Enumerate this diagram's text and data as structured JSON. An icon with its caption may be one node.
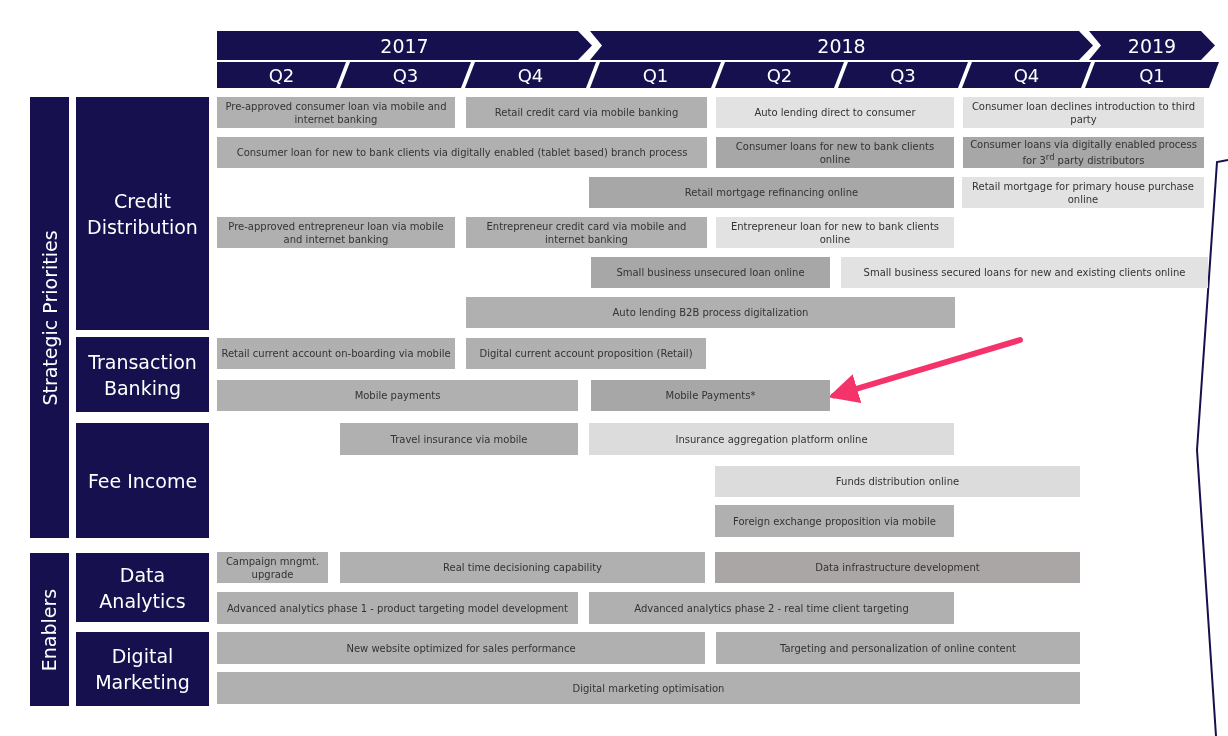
{
  "diagram": {
    "nodes": [
      {
        "text": [
          "2017"
        ]
      },
      {
        "text": [
          "2018"
        ]
      },
      {
        "text": [
          "2019"
        ]
      },
      {
        "text": [
          "Q2"
        ]
      },
      {
        "text": [
          "Q3"
        ]
      },
      {
        "text": [
          "Q4"
        ]
      },
      {
        "text": [
          "Q1"
        ]
      },
      {
        "text": [
          "Q2"
        ]
      },
      {
        "text": [
          "Q3"
        ]
      },
      {
        "text": [
          "Q4"
        ]
      },
      {
        "text": [
          "Q1"
        ]
      },
      {
        "text": [
          "Strategic Priorities"
        ]
      },
      {
        "text": [
          "Credit Distribution"
        ]
      },
      {
        "text": [
          "Pre-approved consumer loan via mobile and internet banking"
        ]
      },
      {
        "text": [
          "Retail credit card via mobile banking"
        ]
      },
      {
        "text": [
          "Auto lending direct to consumer"
        ]
      },
      {
        "text": [
          "Consumer loan declines introduction to third party"
        ]
      },
      {
        "text": [
          "Consumer loan for new to bank clients via digitally enabled (tablet based) branch process"
        ]
      },
      {
        "text": [
          "Consumer loans for new to bank clients online"
        ]
      },
      {
        "text": [
          "Consumer loans via digitally enabled process for 3$^{rd}$ party distributors"
        ]
      },
      {
        "text": [
          "Retail mortgage refinancing online"
        ]
      },
      {
        "text": [
          "Retail mortgage for primary house purchase online"
        ]
      },
      {
        "text": [
          "Pre-approved entrepreneur loan via mobile and internet banking"
        ]
      },
      {
        "text": [
          "Entrepreneur credit card via mobile and internet banking"
        ]
      },
      {
        "text": [
          "Entrepreneur loan for new to bank clients online"
        ]
      },
      {
        "text": [
          "Small business unsecured loan online"
        ]
      },
      {
        "text": [
          "Small business secured loans for new and existing clients online"
        ]
      },
      {
        "text": [
          "Auto lending B2B process digitalization"
        ]
      },
      {
        "text": [
          "Transaction Banking"
        ]
      },
      {
        "text": [
          "Retail current account on-boarding via mobile"
        ]
      },
      {
        "text": [
          "Digital current account proposition (Retail)"
        ]
      },
      {
        "text": [
          "Mobile payments"
        ]
      },
      {
        "text": [
          "Mobile Payments*"
        ]
      },
      {
        "text": [
          "Fee Income"
        ]
      },
      {
        "text": [
          "Travel insurance via mobile"
        ]
      },
      {
        "text": [
          "Insurance aggregation platform online"
        ]
      },
      {
        "text": [
          "Funds distribution online"
        ]
      },
      {
        "text": [
          "Foreign exchange proposition via mobile"
        ]
      },
      {
        "text": [
          "Enablers"
        ]
      },
      {
        "text": [
          "Data Analytics"
        ]
      },
      {
        "text": [
          "Campaign mngmt. upgrade"
        ]
      },
      {
        "text": [
          "Real time decisioning capability"
        ]
      },
      {
        "text": [
          "Data infrastructure development"
        ]
      },
      {
        "text": [
          "Advanced analytics phase 1 - product targeting model development"
        ]
      },
      {
        "text": [
          "Advanced analytics phase 2 - real time client targeting"
        ]
      },
      {
        "text": [
          "Digital Marketing"
        ]
      },
      {
        "text": [
          "New website optimized for sales performance"
        ]
      },
      {
        "text": [
          "Targeting and personalization of online content"
        ]
      },
      {
        "text": [
          "Digital marketing optimisation"
        ]
      }
    ],
    "edges": [
      {
        "from": null,
        "to": 32,
        "arrow": "to",
        "color": "#f5336b"
      }
    ]
  }
}
